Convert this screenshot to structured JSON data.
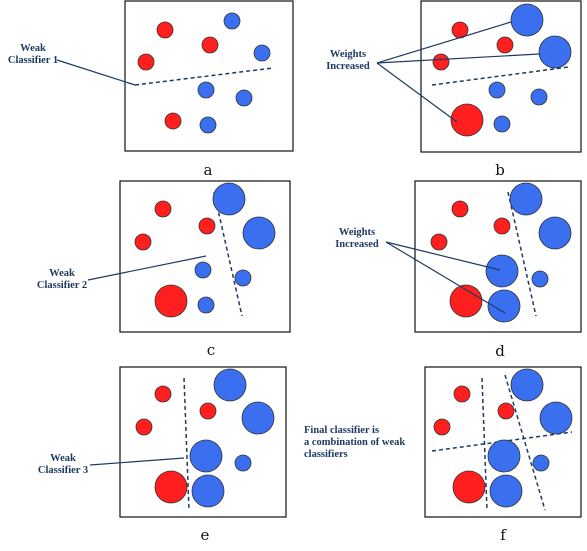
{
  "colors": {
    "red": "#ff1f1f",
    "blue": "#3a6ff0",
    "annotation": "#1f3a60",
    "frame": "#111111"
  },
  "panels": [
    {
      "label": "a"
    },
    {
      "label": "b"
    },
    {
      "label": "c"
    },
    {
      "label": "d"
    },
    {
      "label": "e"
    },
    {
      "label": "f"
    }
  ],
  "annotations": {
    "weak1": {
      "line1": "Weak",
      "line2": "Classifier 1"
    },
    "weights_b": {
      "line1": "Weights",
      "line2": "Increased"
    },
    "weak2": {
      "line1": "Weak",
      "line2": "Classifier 2"
    },
    "weights_d": {
      "line1": "Weights",
      "line2": "Increased"
    },
    "weak3": {
      "line1": "Weak",
      "line2": "Classifier 3"
    },
    "final": {
      "line1": "Final classifier is",
      "line2": "a combination of weak",
      "line3": "classifiers"
    }
  }
}
